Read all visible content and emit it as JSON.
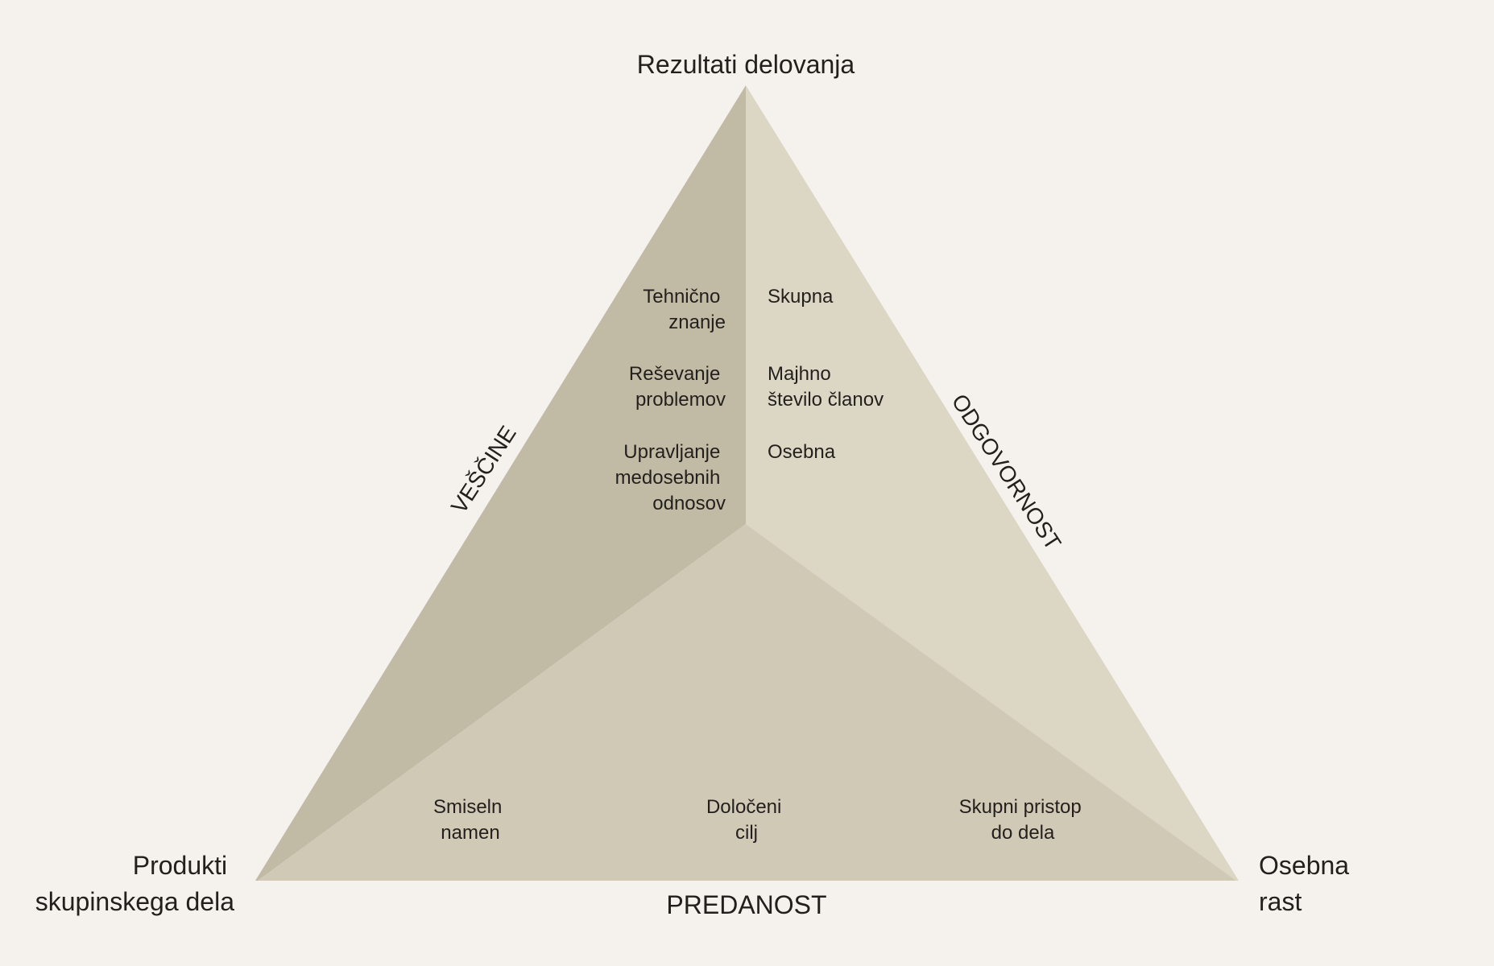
{
  "colors": {
    "background": "#f5f2ee",
    "left_face": "#c1bba5",
    "right_face": "#dcd6c4",
    "bottom_face": "#d0c9b6",
    "text": "#231f1c"
  },
  "vertices": {
    "top": "Rezultati delovanja",
    "bottom_left": [
      "Produkti",
      "skupinskega dela"
    ],
    "bottom_right": [
      "Osebna",
      "rast"
    ]
  },
  "edges": {
    "left": "VEŠČINE",
    "right": "ODGOVORNOST",
    "bottom": "PREDANOST"
  },
  "left_face_items": [
    [
      "Tehnično",
      "znanje"
    ],
    [
      "Reševanje",
      "problemov"
    ],
    [
      "Upravljanje",
      "medosebnih",
      "odnosov"
    ]
  ],
  "right_face_items": [
    [
      "Skupna"
    ],
    [
      "Majhno",
      "število članov"
    ],
    [
      "Osebna"
    ]
  ],
  "bottom_face_items": [
    [
      "Smiseln",
      "namen"
    ],
    [
      "Določeni",
      "cilj"
    ],
    [
      "Skupni pristop",
      "do dela"
    ]
  ]
}
